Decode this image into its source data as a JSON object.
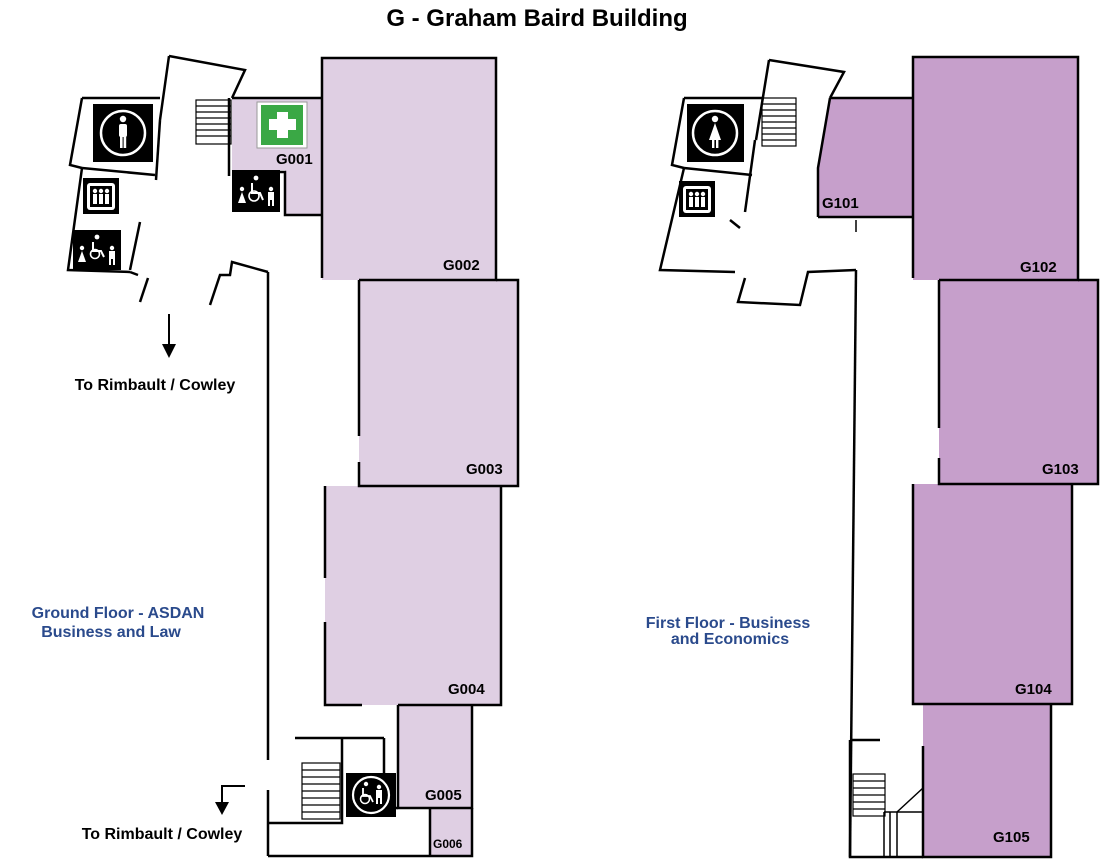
{
  "title": "G - Graham Baird Building",
  "colors": {
    "ground_room": "#dfcfe3",
    "first_room": "#c69fcb",
    "floor_label": "#2a4a8c",
    "first_aid": "#3aa845"
  },
  "ground_floor": {
    "label_line1": "Ground Floor - ASDAN",
    "label_line2": "Business and Law",
    "direction_top": "To Rimbault / Cowley",
    "direction_bottom": "To Rimbault / Cowley",
    "rooms": [
      "G001",
      "G002",
      "G003",
      "G004",
      "G005",
      "G006"
    ],
    "icons": [
      "male-toilet-icon",
      "first-aid-icon",
      "accessible-toilet-icon",
      "lift-icon",
      "accessible-toilet-icon",
      "accessible-lift-icon"
    ]
  },
  "first_floor": {
    "label_line1": "First Floor - Business",
    "label_line2": "and Economics",
    "rooms": [
      "G101",
      "G102",
      "G103",
      "G104",
      "G105"
    ],
    "icons": [
      "female-toilet-icon",
      "lift-icon"
    ]
  }
}
